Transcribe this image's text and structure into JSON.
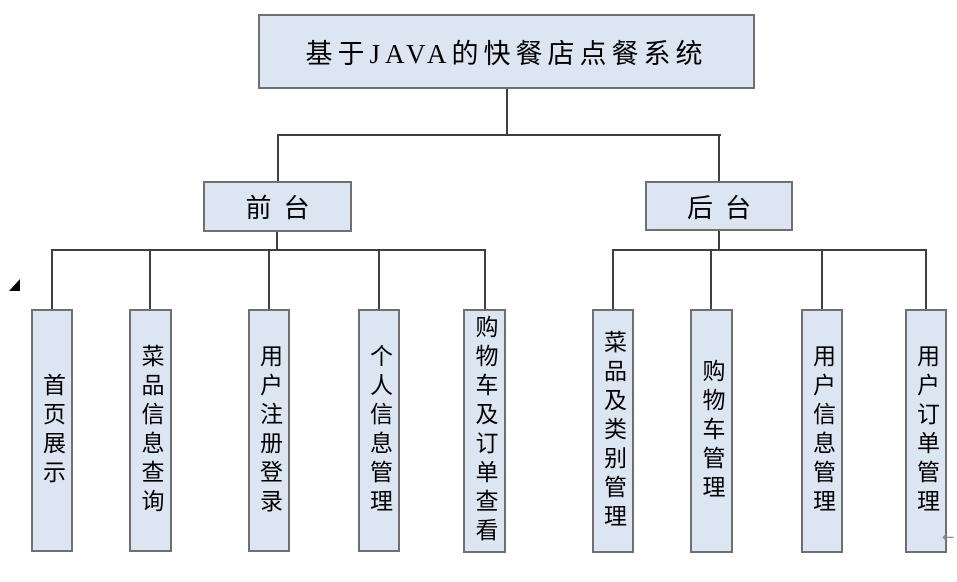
{
  "diagram": {
    "title": "基于JAVA的快餐店点餐系统",
    "root": {
      "label": "基于JAVA的快餐店点餐系统"
    },
    "branches": [
      {
        "label": "前台",
        "children": [
          "首页展示",
          "菜品信息查询",
          "用户注册登录",
          "个人信息管理",
          "购物车及订单查看"
        ]
      },
      {
        "label": "后台",
        "children": [
          "菜品及类别管理",
          "购物车管理",
          "用户信息管理",
          "用户订单管理"
        ]
      }
    ],
    "colors": {
      "box_fill": "#dce6f2",
      "box_border": "#6f6f6f",
      "connector": "#3f3f3f",
      "text": "#000000"
    }
  },
  "artifacts": {
    "left_marker": "cursor-triangle",
    "right_marker": "←"
  }
}
